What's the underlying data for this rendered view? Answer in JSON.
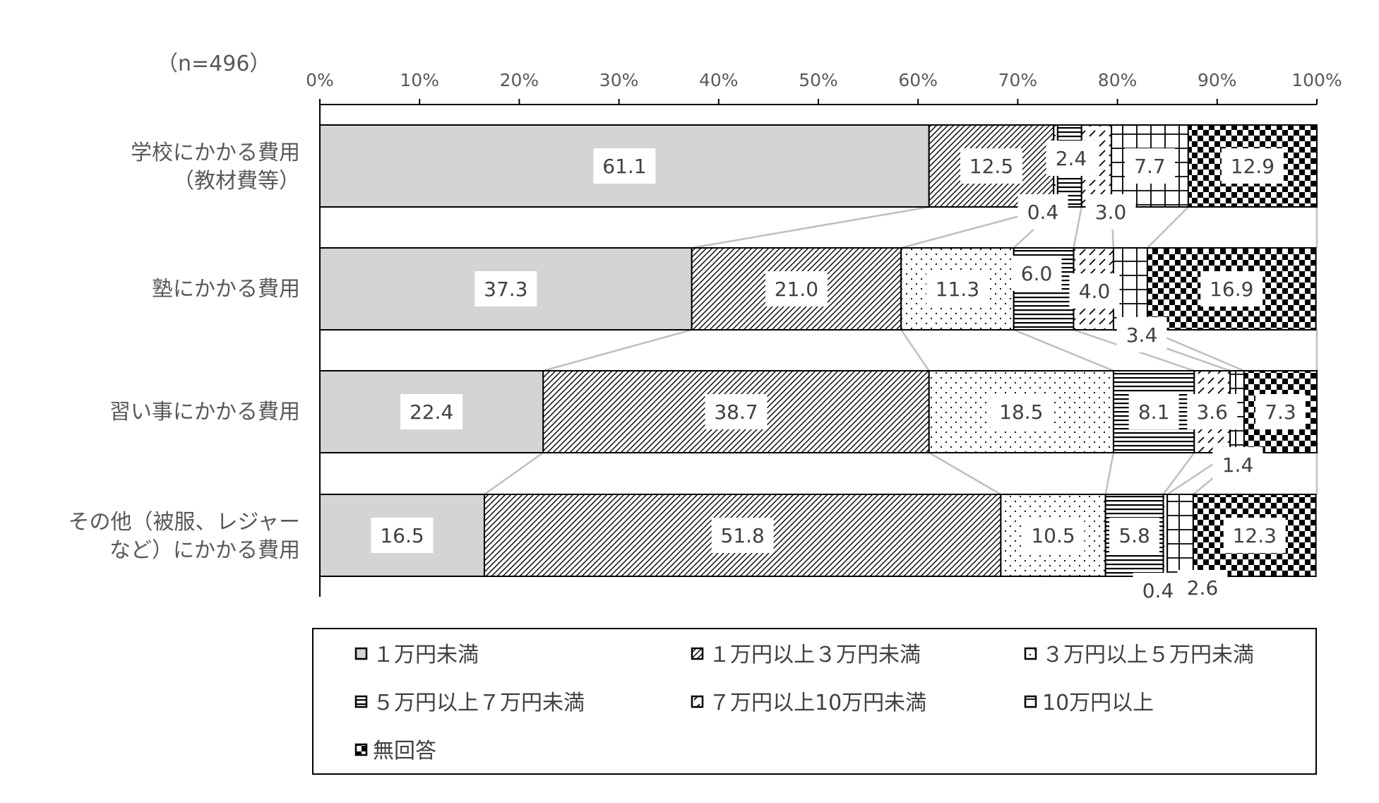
{
  "chart_data": {
    "type": "bar",
    "orientation": "horizontal",
    "stacked": "percent",
    "sample_size": "（n=496）",
    "categories": [
      [
        "学校にかかる費用",
        "（教材費等）"
      ],
      [
        "塾にかかる費用"
      ],
      [
        "習い事にかかる費用"
      ],
      [
        "その他（被服、レジャー",
        "など）にかかる費用"
      ]
    ],
    "series": [
      {
        "name": "１万円未満",
        "values": [
          61.1,
          37.3,
          22.4,
          16.5
        ],
        "labels": [
          "61.1",
          "37.3",
          "22.4",
          "16.5"
        ]
      },
      {
        "name": "１万円以上３万円未満",
        "values": [
          12.5,
          21.0,
          38.7,
          51.8
        ],
        "labels": [
          "12.5",
          "21.0",
          "38.7",
          "51.8"
        ]
      },
      {
        "name": "３万円以上５万円未満",
        "values": [
          0.4,
          11.3,
          18.5,
          10.5
        ],
        "labels": [
          "0.4",
          "11.3",
          "18.5",
          "10.5"
        ]
      },
      {
        "name": "５万円以上７万円未満",
        "values": [
          2.4,
          6.0,
          8.1,
          5.8
        ],
        "labels": [
          "2.4",
          "6.0",
          "8.1",
          "5.8"
        ]
      },
      {
        "name": "７万円以上10万円未満",
        "values": [
          3.0,
          4.0,
          3.6,
          0.4
        ],
        "labels": [
          "3.0",
          "4.0",
          "3.6",
          "0.4"
        ]
      },
      {
        "name": "10万円以上",
        "values": [
          7.7,
          3.4,
          1.4,
          2.6
        ],
        "labels": [
          "7.7",
          "3.4",
          "1.4",
          "2.6"
        ]
      },
      {
        "name": "無回答",
        "values": [
          12.9,
          16.9,
          7.3,
          12.3
        ],
        "labels": [
          "12.9",
          "16.9",
          "7.3",
          "12.3"
        ]
      }
    ],
    "xlim": [
      0,
      100
    ],
    "xticks": [
      "0%",
      "10%",
      "20%",
      "30%",
      "40%",
      "50%",
      "60%",
      "70%",
      "80%",
      "90%",
      "100%"
    ],
    "legend_position": "bottom",
    "grid": false
  }
}
